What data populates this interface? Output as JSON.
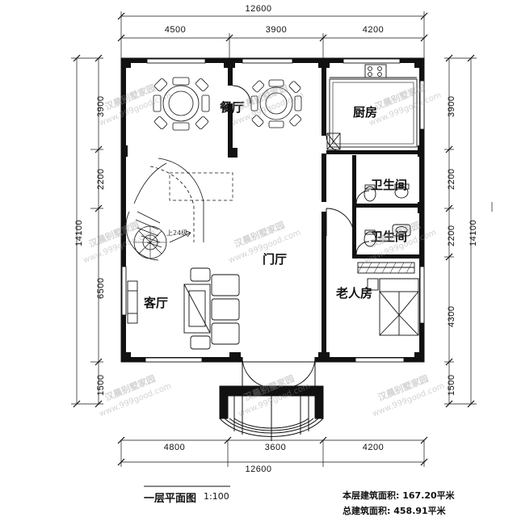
{
  "drawing": {
    "title": "一层平面图",
    "scale": "1:100",
    "areas": [
      "本层建筑面积: 167.20平米",
      "总建筑面积: 458.91平米"
    ]
  },
  "dimensions": {
    "top_overall": "12600",
    "top_segments": [
      "4500",
      "3900",
      "4200"
    ],
    "bottom_overall": "12600",
    "bottom_segments": [
      "4800",
      "3600",
      "4200"
    ],
    "left_overall": "14100",
    "left_segments": [
      "3900",
      "2200",
      "6500",
      "1500"
    ],
    "right_overall": "14100",
    "right_segments": [
      "3900",
      "2200",
      "2200",
      "4300",
      "1500"
    ]
  },
  "rooms": [
    {
      "name": "餐厅"
    },
    {
      "name": "厨房"
    },
    {
      "name": "卫生间"
    },
    {
      "name": "卫生间"
    },
    {
      "name": "门厅"
    },
    {
      "name": "老人房"
    },
    {
      "name": "客厅"
    }
  ],
  "annotations": {
    "stair": "上24级"
  },
  "watermarks": [
    "汉晨别墅家园",
    "www.999good.com"
  ],
  "colors": {
    "line": "#111111",
    "wall_fill": "#111111",
    "watermark": "#969696"
  }
}
